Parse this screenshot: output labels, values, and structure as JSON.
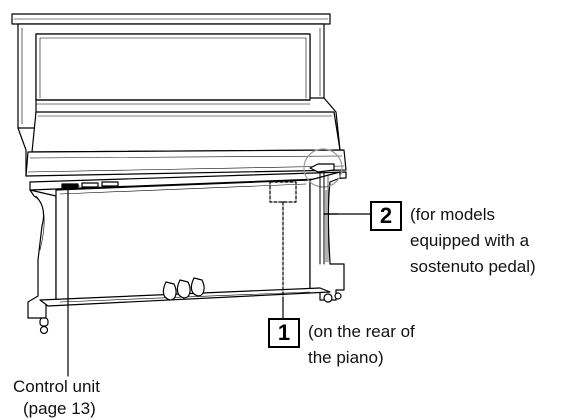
{
  "callouts": {
    "two": {
      "number": "2",
      "note_line1": "(for models",
      "note_line2": "equipped with a",
      "note_line3": "sostenuto pedal)"
    },
    "one": {
      "number": "1",
      "note_line1": "(on the rear of",
      "note_line2": "the piano)"
    },
    "control_unit": {
      "label_line1": "Control unit",
      "label_line2": "(page 13)"
    }
  },
  "colors": {
    "line": "#000000",
    "background": "#ffffff"
  }
}
